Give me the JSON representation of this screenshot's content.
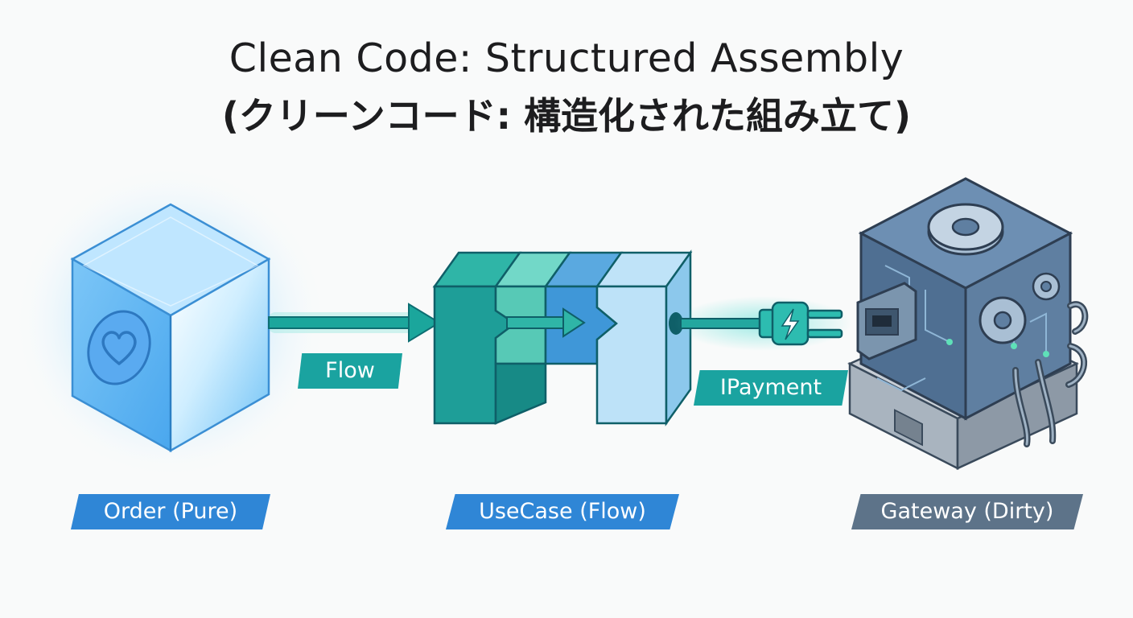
{
  "title": {
    "line1": "Clean Code: Structured Assembly",
    "line2": "(クリーンコード: 構造化された組み立て)"
  },
  "labels": {
    "flow": "Flow",
    "ipayment": "IPayment",
    "order": "Order (Pure)",
    "usecase": "UseCase (Flow)",
    "gateway": "Gateway (Dirty)"
  },
  "icons": {
    "order": "heart-icon",
    "plug": "plug-icon",
    "bolt": "lightning-bolt-icon",
    "gear": "gear-icon",
    "port": "ethernet-port-icon"
  },
  "colors": {
    "teal": "#1aa3a0",
    "blue": "#2f86d6",
    "slate": "#5d7389",
    "title": "#1d1d1f"
  }
}
